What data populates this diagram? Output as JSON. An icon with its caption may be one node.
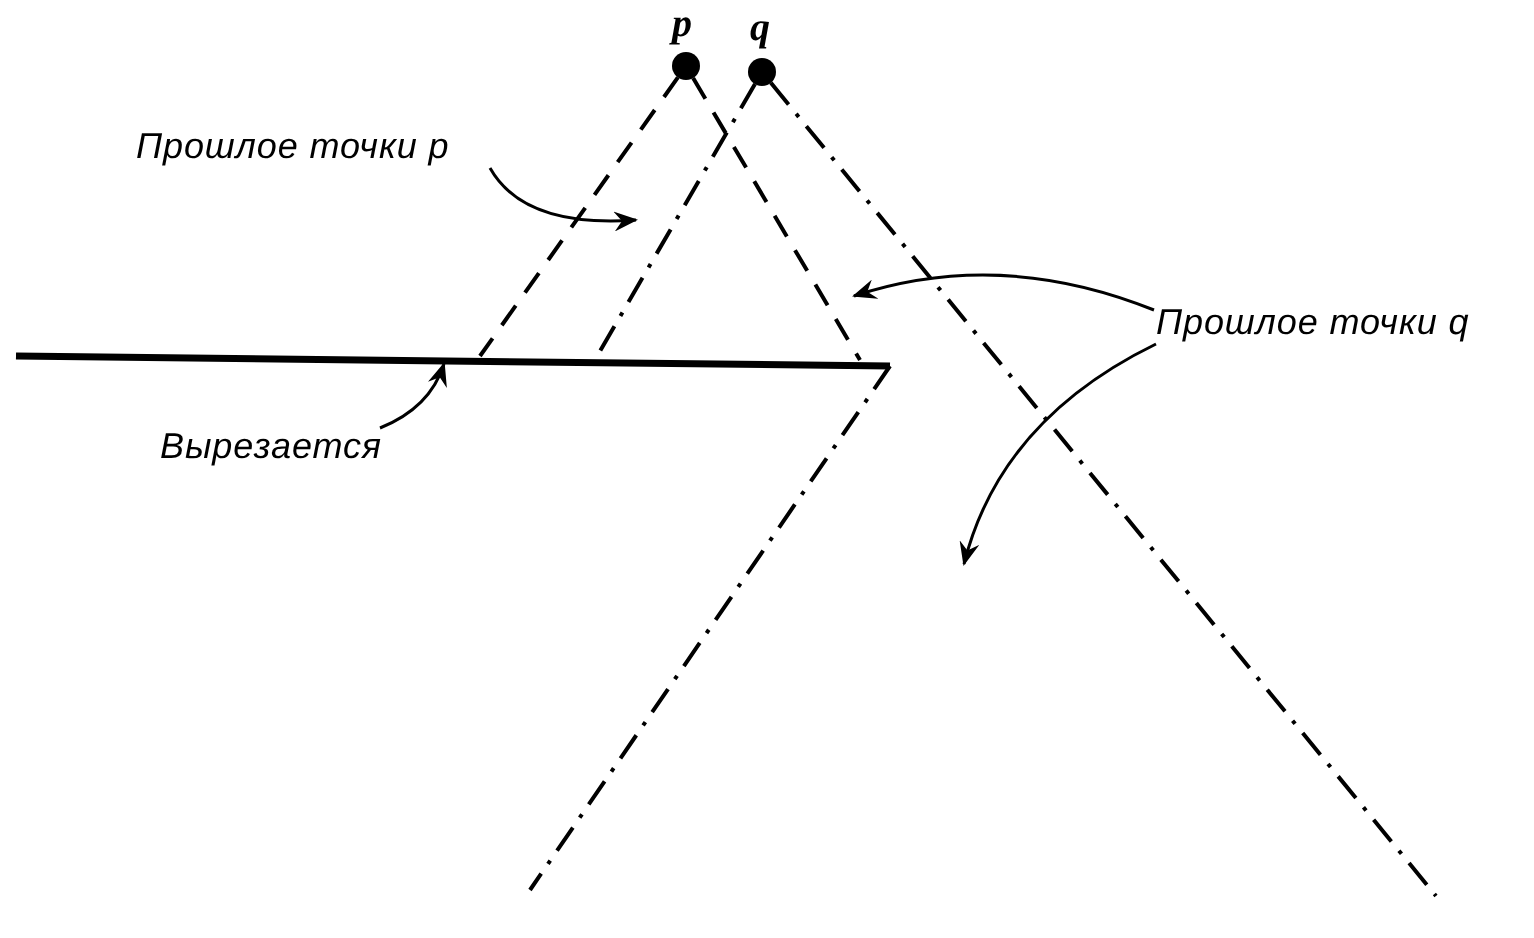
{
  "diagram": {
    "nodes": [
      {
        "text": [],
        "shape": "circle",
        "beside": [
          "p"
        ]
      },
      {
        "text": [],
        "shape": "circle",
        "beside": [
          "q"
        ]
      },
      {
        "text": [
          "Прошлое точки p"
        ]
      },
      {
        "text": [
          "Прошлое точки q"
        ]
      },
      {
        "text": [
          "Вырезается"
        ]
      }
    ],
    "edges": [
      {
        "from": 0,
        "to": null,
        "arrow": "none",
        "style": "dashed"
      },
      {
        "from": 0,
        "to": null,
        "arrow": "none",
        "style": "dashed"
      },
      {
        "from": 1,
        "to": null,
        "arrow": "none",
        "style": "dashed"
      },
      {
        "from": 1,
        "to": null,
        "arrow": "none",
        "style": "dashed"
      },
      {
        "from": 2,
        "to": null,
        "arrow": "to"
      },
      {
        "from": 3,
        "to": null,
        "arrow": "to"
      },
      {
        "from": 3,
        "to": null,
        "arrow": "to"
      },
      {
        "from": 4,
        "to": null,
        "arrow": "to"
      }
    ]
  }
}
